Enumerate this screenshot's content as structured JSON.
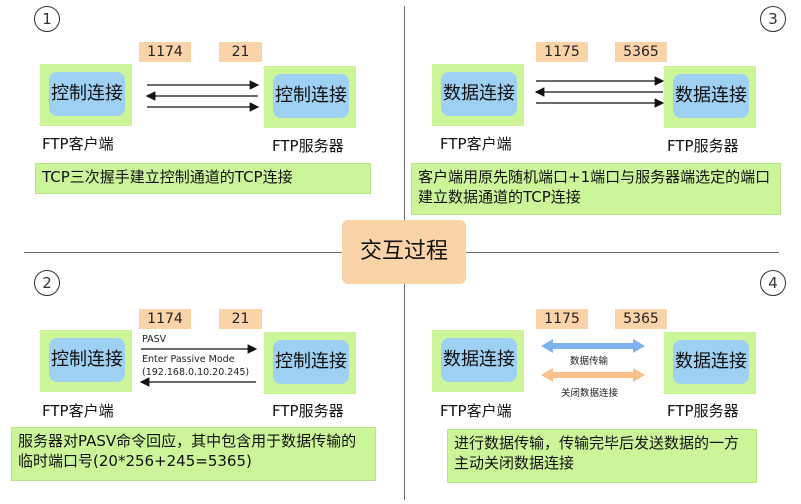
{
  "center_title": "交互过程",
  "colors": {
    "node_outer": "#ccf59a",
    "node_inner": "#9ed0f3",
    "port": "#fbd3a8",
    "arrow_blue": "#7fb3f0",
    "arrow_orange": "#f7c08c"
  },
  "panels": {
    "p1": {
      "number": "1",
      "client_port": "1174",
      "server_port": "21",
      "client_node": "控制连接",
      "server_node": "控制连接",
      "client_label": "FTP客户端",
      "server_label": "FTP服务器",
      "description": "TCP三次握手建立控制通道的TCP连接"
    },
    "p2": {
      "number": "2",
      "client_port": "1174",
      "server_port": "21",
      "client_node": "控制连接",
      "server_node": "控制连接",
      "client_label": "FTP客户端",
      "server_label": "FTP服务器",
      "cmd": "PASV",
      "reply_line1": "Enter Passive Mode",
      "reply_line2": "(192.168.0.10.20.245)",
      "description": "服务器对PASV命令回应，其中包含用于数据传输的临时端口号(20*256+245=5365)"
    },
    "p3": {
      "number": "3",
      "client_port": "1175",
      "server_port": "5365",
      "client_node": "数据连接",
      "server_node": "数据连接",
      "client_label": "FTP客户端",
      "server_label": "FTP服务器",
      "description": "客户端用原先随机端口+1端口与服务器端选定的端口建立数据通道的TCP连接"
    },
    "p4": {
      "number": "4",
      "client_port": "1175",
      "server_port": "5365",
      "client_node": "数据连接",
      "server_node": "数据连接",
      "client_label": "FTP客户端",
      "server_label": "FTP服务器",
      "transfer_label": "数据传输",
      "close_label": "关闭数据连接",
      "description": "进行数据传输，传输完毕后发送数据的一方主动关闭数据连接"
    }
  }
}
